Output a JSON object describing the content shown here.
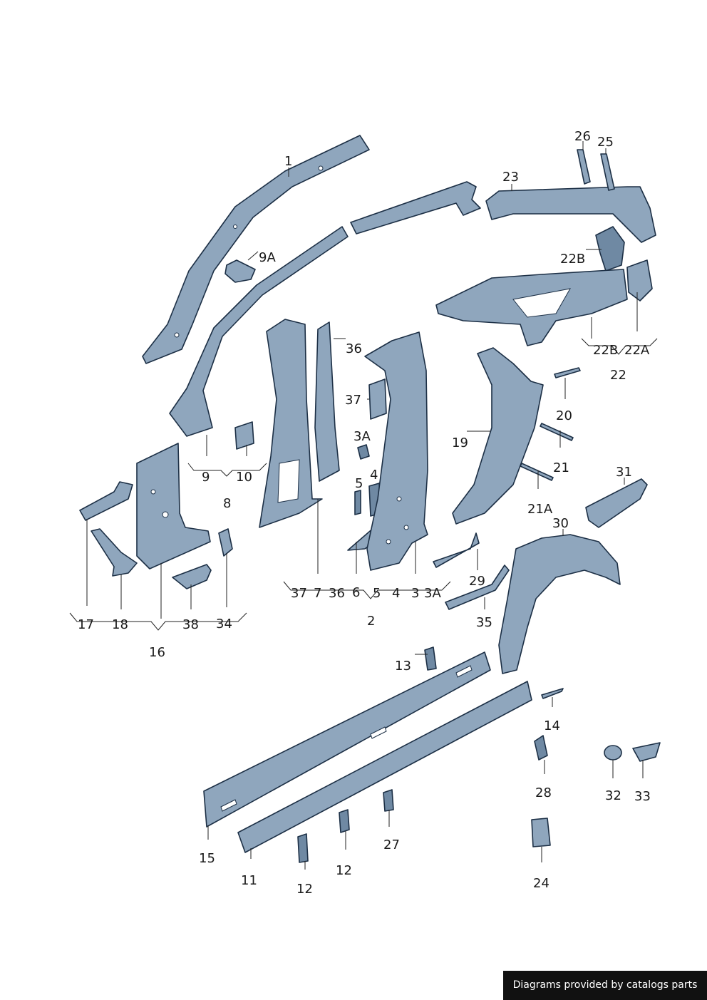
{
  "labels": {
    "l1": "1",
    "l9A": "9A",
    "l23": "23",
    "l26": "26",
    "l25": "25",
    "l22B_top": "22B",
    "l36": "36",
    "l37": "37",
    "l3A": "3A",
    "l5": "5",
    "l4": "4",
    "l19": "19",
    "l20": "20",
    "l21": "21",
    "l21A": "21A",
    "l22B": "22B",
    "l22A": "22A",
    "l22": "22",
    "l9": "9",
    "l10": "10",
    "l8": "8",
    "l31": "31",
    "l30": "30",
    "l29": "29",
    "l35": "35",
    "l17": "17",
    "l18": "18",
    "l38": "38",
    "l34": "34",
    "l16": "16",
    "l37b": "37",
    "l7": "7",
    "l36b": "36",
    "l6": "6",
    "l5b": "5",
    "l4b": "4",
    "l3": "3",
    "l3Ab": "3A",
    "l2": "2",
    "l13": "13",
    "l14": "14",
    "l28": "28",
    "l32": "32",
    "l33": "33",
    "l27": "27",
    "l15": "15",
    "l12a": "12",
    "l11": "11",
    "l12b": "12",
    "l24": "24"
  },
  "credit": "Diagrams provided by catalogs parts"
}
